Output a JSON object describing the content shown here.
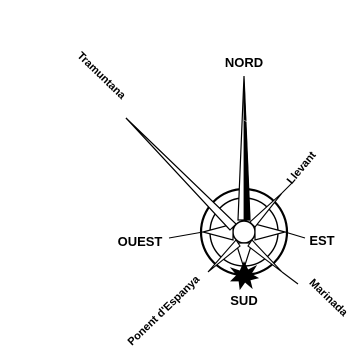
{
  "labels": {
    "nord": "NORD",
    "sud": "SUD",
    "est": "EST",
    "ouest": "OUEST",
    "tramuntana": "Tramuntana",
    "llevant": "Llevant",
    "marinada": "Marinada",
    "ponent": "Ponent d'Espanya"
  },
  "colors": {
    "ink": "#000000",
    "background": "#ffffff"
  }
}
